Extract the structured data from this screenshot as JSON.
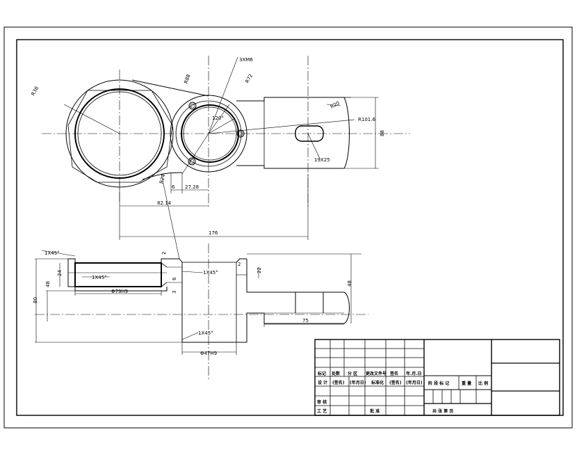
{
  "drawing": {
    "dimensions": {
      "thread": "3XM6",
      "angle_120": "120°",
      "radius": "R101.6",
      "slot": "19X25",
      "dim_27_28": "27.28",
      "dim_6": "6",
      "dim_82_14": "82.14",
      "dim_176": "176",
      "dim_88": "88",
      "r_left": "R38",
      "r_top1": "R88",
      "r_top2": "R72",
      "r_mid": "R24",
      "r_lower": "R20",
      "chamfer_top_left": "1X45°",
      "chamfer_hole": "1X45°",
      "chamfer_a": "1X45°",
      "chamfer_bottom": "1X45°",
      "dia_79": "Φ79H9",
      "dia_47": "Φ47H9",
      "dim_80": "80",
      "dim_48_left": "48",
      "dim_24": "24",
      "dim_22": "22",
      "dim_48_right": "48",
      "dim_75": "75",
      "dim_2_a": "2",
      "dim_2_b": "2",
      "dim_3": "3",
      "dim_6_b": "6"
    }
  },
  "title_block": {
    "row_labels": [
      "标记",
      "处数",
      "分 区",
      "更改文件号",
      "签名",
      "年.月.日"
    ],
    "design_row": [
      "设 计",
      "(签名)",
      "(年月日)",
      "标准化",
      "(签名)",
      "(年月日)"
    ],
    "stage_labels": [
      "阶 段 标 记",
      "重 量",
      "比 例"
    ],
    "review": "审 核",
    "process": "工 艺",
    "approve": "批 准",
    "sheet_count": "共   张   第   页"
  }
}
